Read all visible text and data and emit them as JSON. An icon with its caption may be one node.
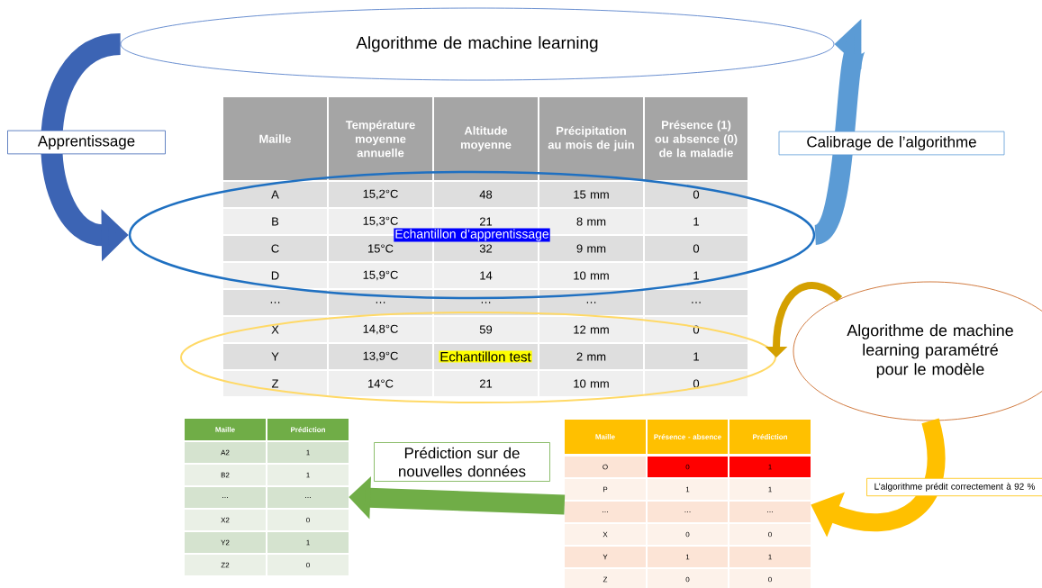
{
  "diagram": {
    "nodes": [
      {
        "text": [
          "Algorithme de machine learning"
        ]
      },
      {
        "text": [
          "Echantillon d’apprentissage"
        ]
      },
      {
        "text": [
          "Echantillon test"
        ]
      },
      {
        "text": [
          "Algorithme de machine learning paramétré pour le modèle"
        ]
      },
      {
        "text": [
          "Maille",
          "Prédiction",
          "A2",
          "1",
          "B2",
          "1",
          "…",
          "…",
          "X2",
          "0",
          "Y2",
          "1",
          "Z2",
          "0"
        ]
      },
      {
        "text": [
          "Maille",
          "Présence - absence",
          "Prédiction",
          "O",
          "0",
          "1",
          "P",
          "1",
          "1",
          "…",
          "…",
          "…",
          "X",
          "0",
          "0",
          "Y",
          "1",
          "1",
          "Z",
          "0",
          "0"
        ]
      }
    ],
    "edges": [
      {
        "from": 0,
        "to": 1,
        "arrow": "to",
        "label": "Apprentissage",
        "color": "#3c64b4"
      },
      {
        "from": 1,
        "to": 0,
        "arrow": "to",
        "label": "Calibrage de l’algorithme",
        "color": "#5b9bd5"
      },
      {
        "from": 3,
        "to": 2,
        "arrow": "to",
        "color": "#d4a000"
      },
      {
        "from": 3,
        "to": 5,
        "arrow": "to",
        "label": "L’algorithme prédit correctement à 92 %",
        "color": "#ffc000"
      },
      {
        "from": 5,
        "to": 4,
        "arrow": "to",
        "label": "Prédiction sur de nouvelles données",
        "color": "#70ad47"
      }
    ],
    "labels": [
      "Maille",
      "Température moyenne annuelle",
      "Altitude moyenne",
      "Précipitation au mois de juin",
      "Présence (1) ou absence (0) de la maladie",
      "A",
      "15,2°C",
      "48",
      "15 mm",
      "0",
      "B",
      "15,3°C",
      "21",
      "8 mm",
      "1",
      "C",
      "15°C",
      "32",
      "9 mm",
      "0",
      "D",
      "15,9°C",
      "14",
      "10 mm",
      "1",
      "…",
      "…",
      "…",
      "…",
      "…",
      "X",
      "14,8°C",
      "59",
      "12 mm",
      "0",
      "Y",
      "13,9°C",
      "2 mm",
      "1",
      "Z",
      "14°C",
      "21",
      "10 mm",
      "0"
    ]
  }
}
